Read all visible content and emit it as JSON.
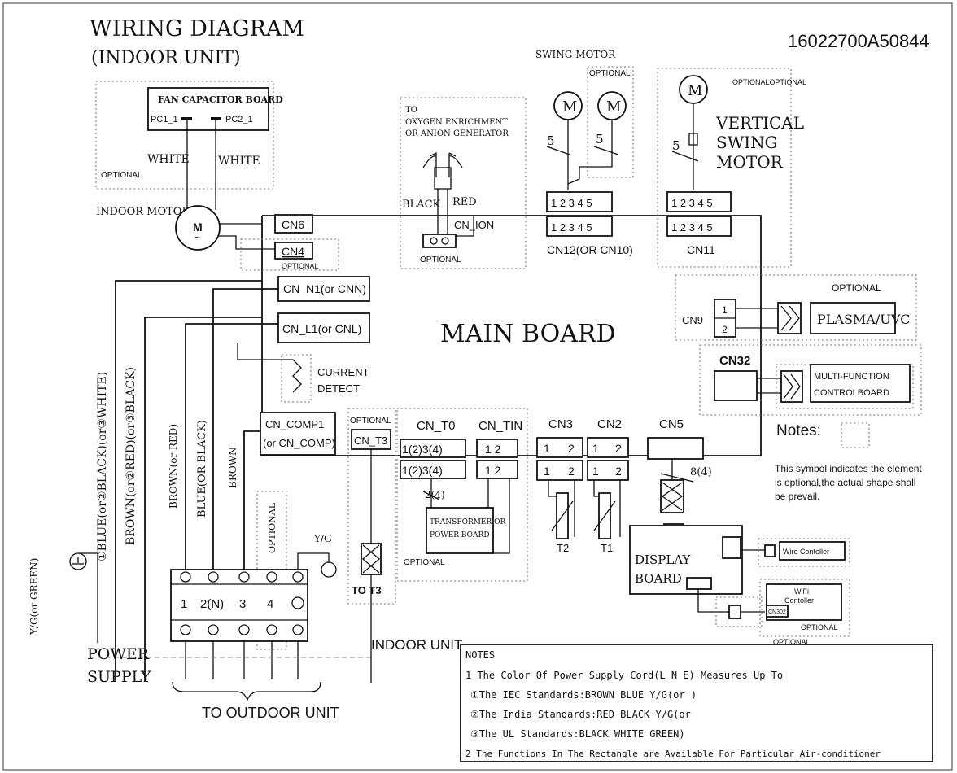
{
  "header": {
    "title": "WIRING DIAGRAM",
    "subtitle": "(INDOOR UNIT)",
    "part_number": "16022700A50844"
  },
  "fan_capacitor": {
    "title": "FAN CAPACITOR BOARD",
    "pc1": "PC1_1",
    "pc2": "PC2_1",
    "wire1": "WHITE",
    "wire2": "WHITE",
    "optional": "OPTIONAL"
  },
  "indoor_motor": {
    "label": "INDOOR MOTOR",
    "symbol": "M",
    "tilde": "~"
  },
  "connectors": {
    "cn6": "CN6",
    "cn4": "CN4",
    "cn4_optional": "OPTIONAL",
    "cn_n1": "CN_N1(or CNN)",
    "cn_l1": "CN_L1(or CNL)",
    "current_detect_1": "CURRENT",
    "current_detect_2": "DETECT",
    "cn_comp1_1": "CN_COMP1",
    "cn_comp1_2": "(or CN_COMP)"
  },
  "ion": {
    "to": "TO",
    "line1": "OXYGEN ENRICHMENT",
    "line2": "OR ANION GENERATOR",
    "black": "BLACK",
    "red": "RED",
    "cn": "CN_ION",
    "optional": "OPTIONAL"
  },
  "swing": {
    "title": "SWING MOTOR",
    "optional": "OPTIONAL",
    "m": "M",
    "five": "5",
    "pins": "1 2 3 4 5",
    "cn": "CN12(OR CN10)"
  },
  "vertical": {
    "optional": "OPTIONALOPTIONAL",
    "m": "M",
    "five": "5",
    "line1": "VERTICAL",
    "line2": "SWING",
    "line3": "MOTOR",
    "pins": "1 2 3 4 5",
    "cn": "CN11"
  },
  "cn9": {
    "label": "CN9",
    "optional": "OPTIONAL",
    "pin1": "1",
    "pin2": "2",
    "device": "PLASMA/UVC"
  },
  "cn32": {
    "label": "CN32",
    "line1": "MULTI-FUNCTION",
    "line2": "CONTROLBOARD"
  },
  "main_board": "MAIN BOARD",
  "notes_side": {
    "title": "Notes:",
    "text1": "This symbol indicates the element",
    "text2": "is optional,the actual shape shall",
    "text3": "be prevail."
  },
  "lower": {
    "optional_t3": "OPTIONAL",
    "cn_t3": "CN_T3",
    "to_t3": "TO T3",
    "cn_t0": "CN_T0",
    "cn_t0_pins": "1(2)3(4)",
    "cn_tin": "CN_TIN",
    "cn_tin_pins": "1 2",
    "two_four": "2(4)",
    "transformer_1": "TRANSFORMER OR",
    "transformer_2": "POWER BOARD",
    "optional_tr": "OPTIONAL",
    "cn3": "CN3",
    "cn2": "CN2",
    "cn5": "CN5",
    "pin1": "1",
    "pin2": "2",
    "t2": "T2",
    "t1": "T1",
    "eight_four": "8(4)",
    "display_1": "DISPLAY",
    "display_2": "BOARD",
    "wire_controller": "Wire Contoller",
    "wifi_1": "WiFi",
    "wifi_2": "Contoller",
    "cn302": "CN302",
    "optional_wifi": "OPTIONAL",
    "optional_wifi2": "OPTIONAL"
  },
  "power": {
    "wire_blue": "①BLUE(or②BLACK)(or③WHITE)",
    "wire_brown": "BROWN(or②RED)(or③BLACK)",
    "brown_or_red": "BROWN(or RED)",
    "blue_or_black": "BLUE(OR BLACK)",
    "brown": "BROWN",
    "yg_green": "Y/G(or GREEN)",
    "optional": "OPTIONAL",
    "yg": "Y/G",
    "t1": "1",
    "t2": "2(N)",
    "t3": "3",
    "t4": "4",
    "supply1": "POWER",
    "supply2": "SUPPLY",
    "indoor_unit": "INDOOR UNIT",
    "to_outdoor": "TO OUTDOOR UNIT"
  },
  "notes_box": {
    "title": "NOTES",
    "line1": "1 The Color Of Power Supply Cord(L N E) Measures Up To",
    "line2": "①The IEC Standards:BROWN BLUE Y/G(or )",
    "line3": "②The India Standards:RED BLACK Y/G(or",
    "line4": "③The UL Standards:BLACK WHITE GREEN)",
    "line5": "2 The Functions In The Rectangle are Available For Particular Air-conditioner"
  }
}
